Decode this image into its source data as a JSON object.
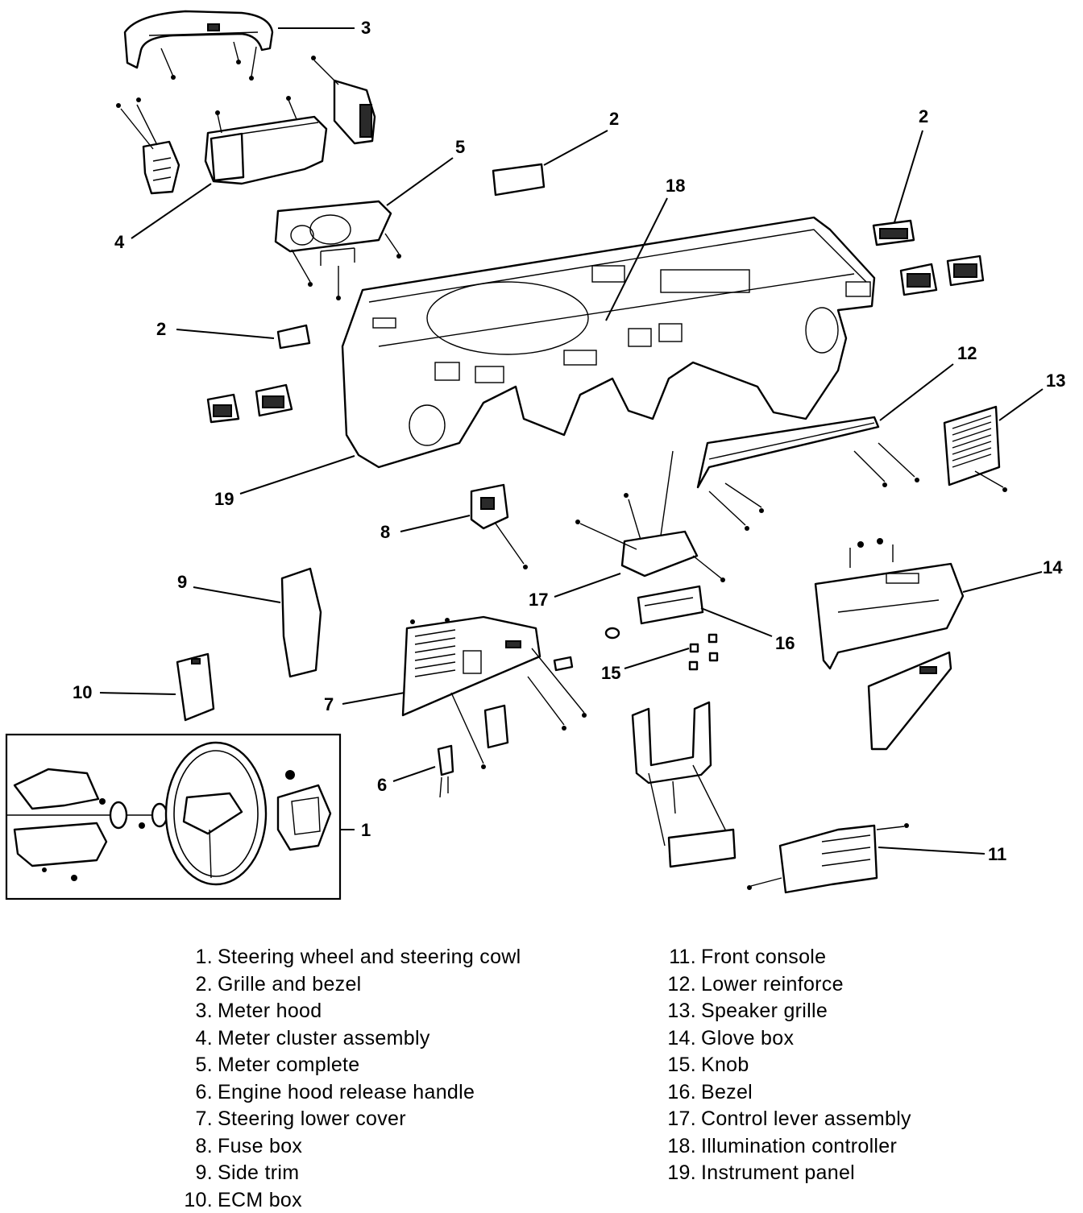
{
  "callouts": {
    "c1": "1",
    "c2a": "2",
    "c2b": "2",
    "c2c": "2",
    "c3": "3",
    "c4": "4",
    "c5": "5",
    "c6": "6",
    "c7": "7",
    "c8": "8",
    "c9": "9",
    "c10": "10",
    "c11": "11",
    "c12": "12",
    "c13": "13",
    "c14": "14",
    "c15": "15",
    "c16": "16",
    "c17": "17",
    "c18": "18",
    "c19": "19"
  },
  "legend": {
    "left": [
      {
        "num": "1.",
        "text": "Steering wheel and steering cowl"
      },
      {
        "num": "2.",
        "text": "Grille and bezel"
      },
      {
        "num": "3.",
        "text": "Meter hood"
      },
      {
        "num": "4.",
        "text": "Meter cluster assembly"
      },
      {
        "num": "5.",
        "text": "Meter complete"
      },
      {
        "num": "6.",
        "text": "Engine hood release handle"
      },
      {
        "num": "7.",
        "text": "Steering lower cover"
      },
      {
        "num": "8.",
        "text": "Fuse box"
      },
      {
        "num": "9.",
        "text": "Side trim"
      },
      {
        "num": "10.",
        "text": "ECM box"
      }
    ],
    "right": [
      {
        "num": "11.",
        "text": "Front console"
      },
      {
        "num": "12.",
        "text": "Lower reinforce"
      },
      {
        "num": "13.",
        "text": "Speaker grille"
      },
      {
        "num": "14.",
        "text": "Glove box"
      },
      {
        "num": "15.",
        "text": "Knob"
      },
      {
        "num": "16.",
        "text": "Bezel"
      },
      {
        "num": "17.",
        "text": "Control lever assembly"
      },
      {
        "num": "18.",
        "text": "Illumination controller"
      },
      {
        "num": "19.",
        "text": "Instrument panel"
      }
    ]
  }
}
